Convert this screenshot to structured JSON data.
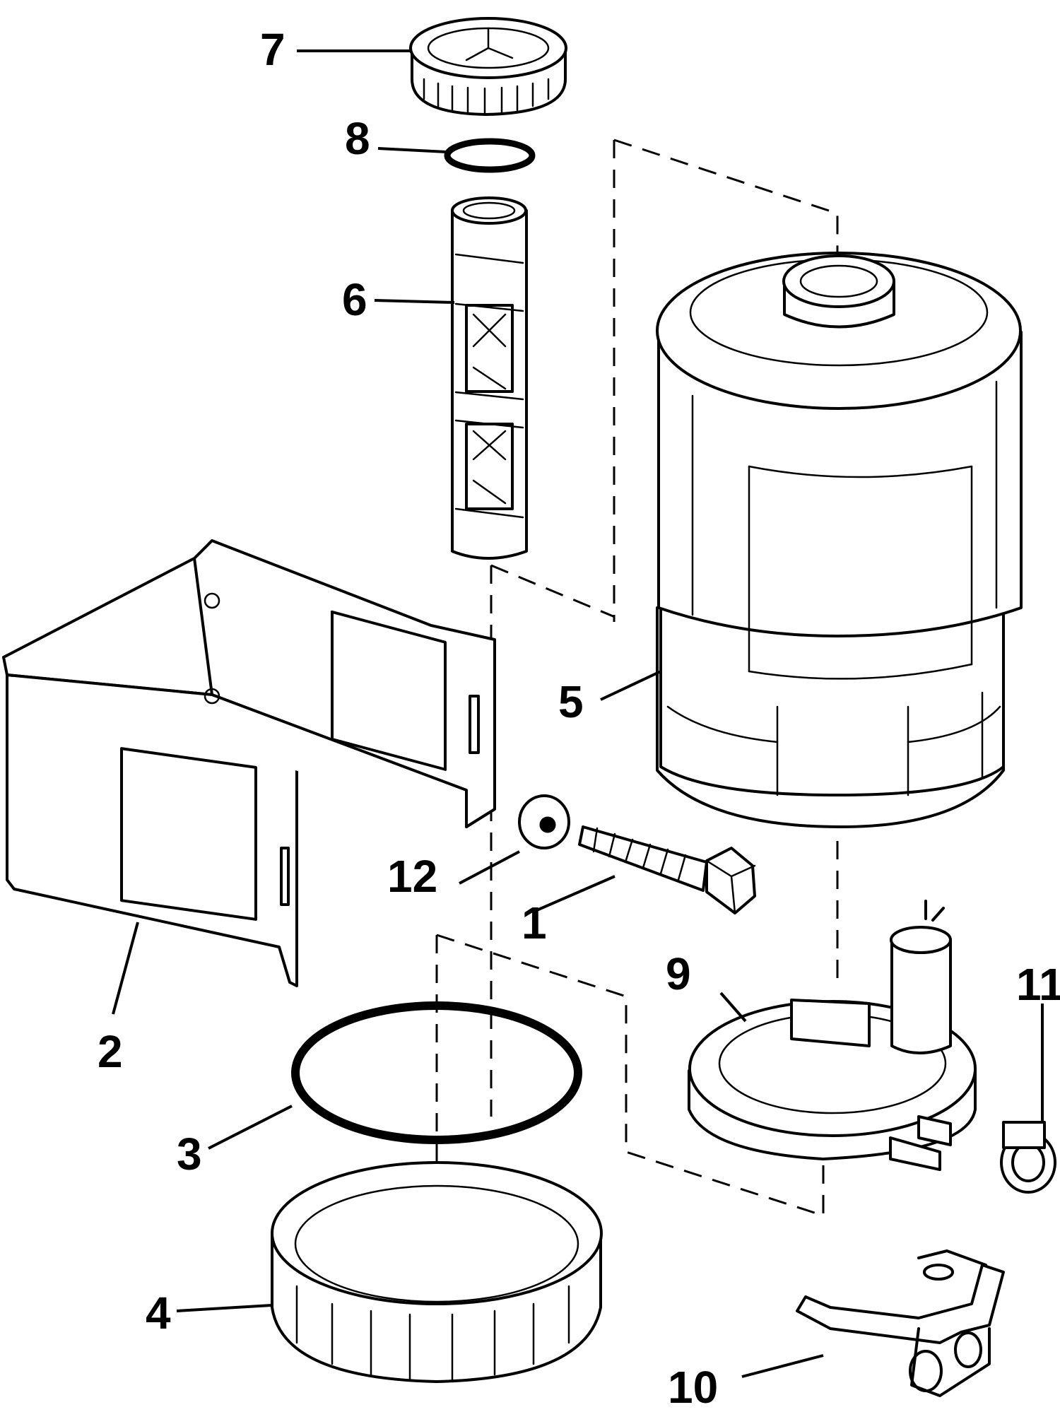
{
  "diagram": {
    "type": "exploded-parts-view",
    "callouts": [
      {
        "id": "c1",
        "label": "1",
        "part": "screw"
      },
      {
        "id": "c2",
        "label": "2",
        "part": "mounting-bracket"
      },
      {
        "id": "c3",
        "label": "3",
        "part": "o-ring-seal"
      },
      {
        "id": "c4",
        "label": "4",
        "part": "retaining-ring-nut"
      },
      {
        "id": "c5",
        "label": "5",
        "part": "fuel-filter-canister"
      },
      {
        "id": "c6",
        "label": "6",
        "part": "filter-strainer-element"
      },
      {
        "id": "c7",
        "label": "7",
        "part": "cap"
      },
      {
        "id": "c8",
        "label": "8",
        "part": "cap-o-ring"
      },
      {
        "id": "c9",
        "label": "9",
        "part": "pump-base-assembly"
      },
      {
        "id": "c10",
        "label": "10",
        "part": "ground-strap"
      },
      {
        "id": "c11",
        "label": "11",
        "part": "hose-clamp"
      },
      {
        "id": "c12",
        "label": "12",
        "part": "washer"
      }
    ]
  }
}
